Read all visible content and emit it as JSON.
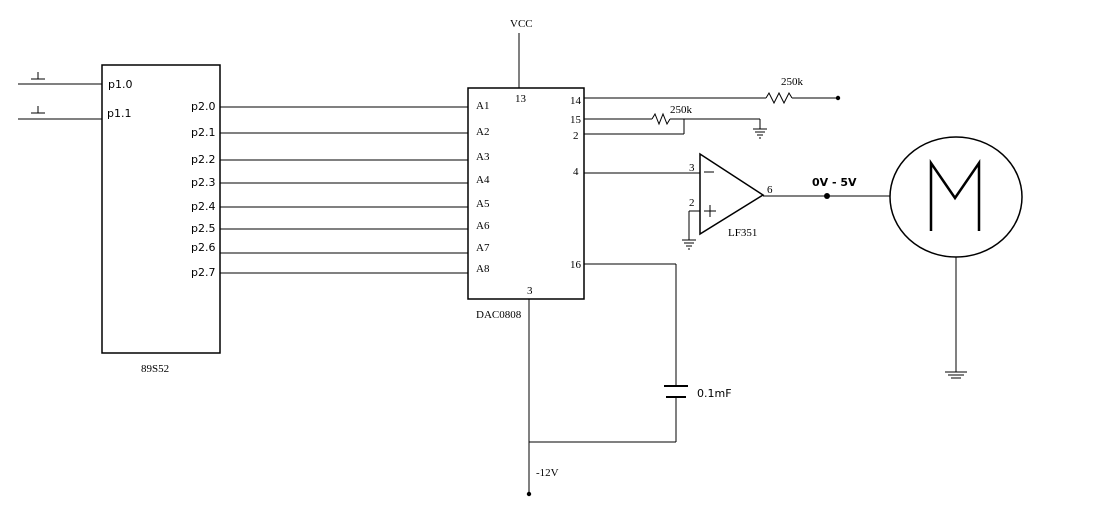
{
  "mcu": {
    "name": "89S52",
    "inputs": [
      "p1.0",
      "p1.1"
    ],
    "port2": [
      "p2.0",
      "p2.1",
      "p2.2",
      "p2.3",
      "p2.4",
      "p2.5",
      "p2.6",
      "p2.7"
    ]
  },
  "dac": {
    "name": "DAC0808",
    "address_pins": [
      "A1",
      "A2",
      "A3",
      "A4",
      "A5",
      "A6",
      "A7",
      "A8"
    ],
    "pin_vcc": "13",
    "pin_14": "14",
    "pin_15": "15",
    "pin_2": "2",
    "pin_4": "4",
    "pin_16": "16",
    "pin_3": "3"
  },
  "supply": {
    "vcc": "VCC",
    "negative": "-12V"
  },
  "resistors": {
    "r1": "250k",
    "r2": "250k"
  },
  "capacitor": {
    "value": "0.1mF"
  },
  "opamp": {
    "name": "LF351",
    "pin_inv": "3",
    "pin_noninv": "2",
    "pin_out": "6"
  },
  "output": {
    "label": "0V - 5V"
  },
  "motor": {
    "symbol": "M"
  }
}
